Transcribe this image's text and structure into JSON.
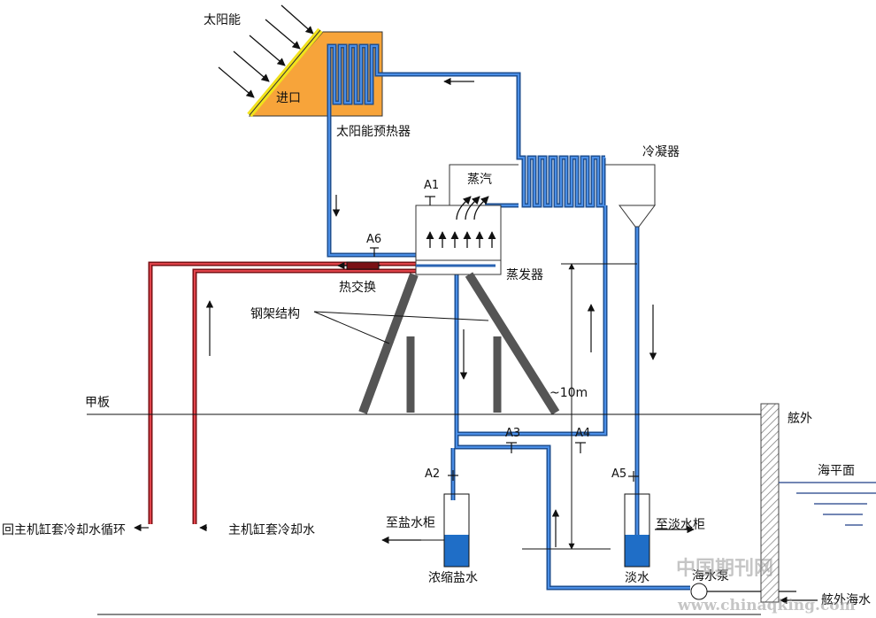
{
  "labels": {
    "solar": "太阳能",
    "inlet": "进口",
    "preheater": "太阳能预热器",
    "condenser": "冷凝器",
    "steam": "蒸汽",
    "evaporator": "蒸发器",
    "heat_exchanger": "热交换",
    "steel_frame": "钢架结构",
    "deck": "甲板",
    "outboard": "舷外",
    "sea_level": "海平面",
    "height": "~10m",
    "return_cooling": "回主机缸套冷却水循环",
    "engine_cooling": "主机缸套冷却水",
    "to_brine_tank": "至盐水柜",
    "to_fresh_tank": "至淡水柜",
    "brine": "浓缩盐水",
    "fresh_water": "淡水",
    "sea_pump": "海水泵",
    "outboard_seawater": "舷外海水"
  },
  "valves": {
    "a1": "A1",
    "a2": "A2",
    "a3": "A3",
    "a4": "A4",
    "a5": "A5",
    "a6": "A6"
  },
  "watermark": {
    "cn": "中国期刊网",
    "url": "www.chinaqking.com"
  },
  "colors": {
    "pipe_blue": "#2a63b3",
    "pipe_red": "#c0272d",
    "collector": "#f7a43a",
    "water": "#1f6ec7",
    "frame": "#555555",
    "hull_hatch": "#777777"
  }
}
